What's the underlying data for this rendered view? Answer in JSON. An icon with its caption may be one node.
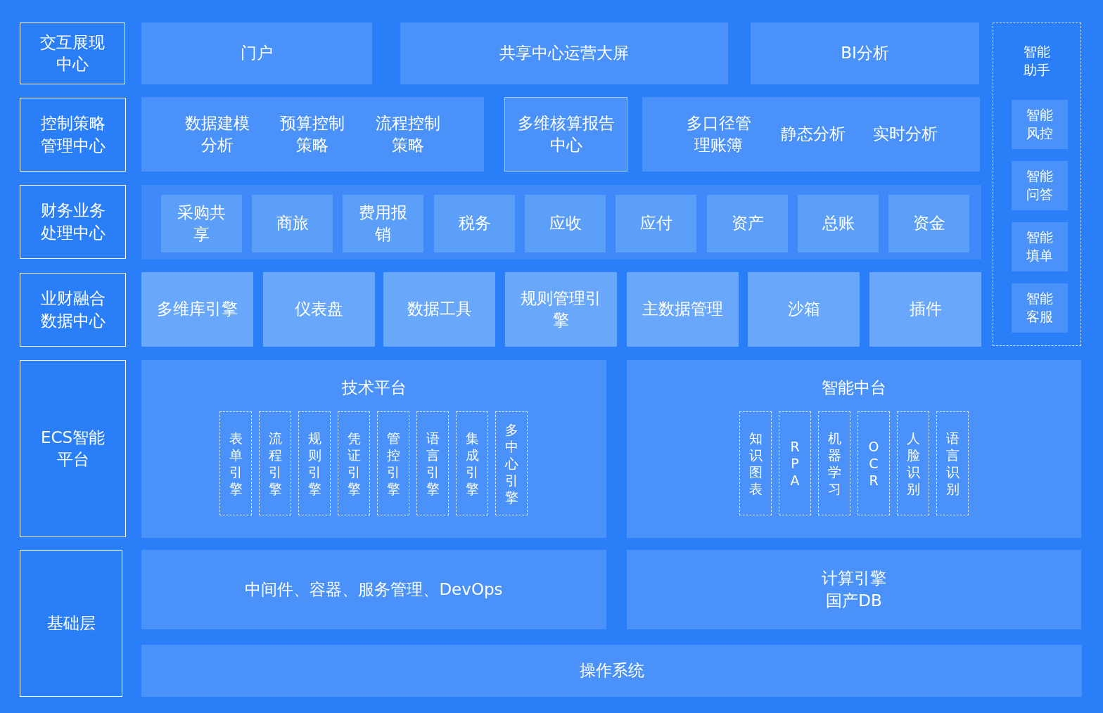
{
  "diagram": {
    "nodes": [
      {
        "text": [
          "交互展现中心"
        ]
      },
      {
        "text": [
          "门户"
        ]
      },
      {
        "text": [
          "共享中心运营大屏"
        ]
      },
      {
        "text": [
          "BI分析"
        ]
      },
      {
        "text": [
          "智能助手"
        ]
      },
      {
        "text": [
          "智能风控"
        ],
        "in": 4
      },
      {
        "text": [
          "智能问答"
        ],
        "in": 4
      },
      {
        "text": [
          "智能填单"
        ],
        "in": 4
      },
      {
        "text": [
          "智能客服"
        ],
        "in": 4
      },
      {
        "text": [
          "控制策略管理中心"
        ]
      },
      {
        "text": [
          "数据建模分析",
          "预算控制策略",
          "流程控制策略"
        ]
      },
      {
        "text": [
          "多维核算报告中心"
        ]
      },
      {
        "text": [
          "多口径管理账簿",
          "静态分析",
          "实时分析"
        ]
      },
      {
        "text": [
          "财务业务处理中心"
        ]
      },
      {
        "text": [],
        "shape": "box"
      },
      {
        "text": [
          "采购共享"
        ],
        "in": 14
      },
      {
        "text": [
          "商旅"
        ],
        "in": 14
      },
      {
        "text": [
          "费用报销"
        ],
        "in": 14
      },
      {
        "text": [
          "税务"
        ],
        "in": 14
      },
      {
        "text": [
          "应收"
        ],
        "in": 14
      },
      {
        "text": [
          "应付"
        ],
        "in": 14
      },
      {
        "text": [
          "资产"
        ],
        "in": 14
      },
      {
        "text": [
          "总账"
        ],
        "in": 14
      },
      {
        "text": [
          "资金"
        ],
        "in": 14
      },
      {
        "text": [
          "业财融合数据中心"
        ]
      },
      {
        "text": [
          "多维库引擎"
        ]
      },
      {
        "text": [
          "仪表盘"
        ]
      },
      {
        "text": [
          "数据工具"
        ]
      },
      {
        "text": [
          "规则管理引擎"
        ]
      },
      {
        "text": [
          "主数据管理"
        ]
      },
      {
        "text": [
          "沙箱"
        ]
      },
      {
        "text": [
          "插件"
        ]
      },
      {
        "text": [
          "ECS智能平台"
        ]
      },
      {
        "text": [
          "技术平台"
        ]
      },
      {
        "text": [
          "表单引擎"
        ],
        "in": 33
      },
      {
        "text": [
          "流程引擎"
        ],
        "in": 33
      },
      {
        "text": [
          "规则引擎"
        ],
        "in": 33
      },
      {
        "text": [
          "凭证引擎"
        ],
        "in": 33
      },
      {
        "text": [
          "管控引擎"
        ],
        "in": 33
      },
      {
        "text": [
          "语言引擎"
        ],
        "in": 33
      },
      {
        "text": [
          "集成引擎"
        ],
        "in": 33
      },
      {
        "text": [
          "多中心引擎"
        ],
        "in": 33
      },
      {
        "text": [
          "智能中台"
        ]
      },
      {
        "text": [
          "知识图表"
        ],
        "in": 42
      },
      {
        "text": [
          "RPA"
        ],
        "in": 42
      },
      {
        "text": [
          "机器学习"
        ],
        "in": 42
      },
      {
        "text": [
          "OCR"
        ],
        "in": 42
      },
      {
        "text": [
          "人脸识别"
        ],
        "in": 42
      },
      {
        "text": [
          "语言识别"
        ],
        "in": 42
      },
      {
        "text": [
          "基础层"
        ]
      },
      {
        "text": [
          "中间件、容器、服务管理、DevOps"
        ]
      },
      {
        "text": [
          "计算引擎",
          "国产DB"
        ]
      },
      {
        "text": [
          "操作系统"
        ]
      }
    ]
  }
}
